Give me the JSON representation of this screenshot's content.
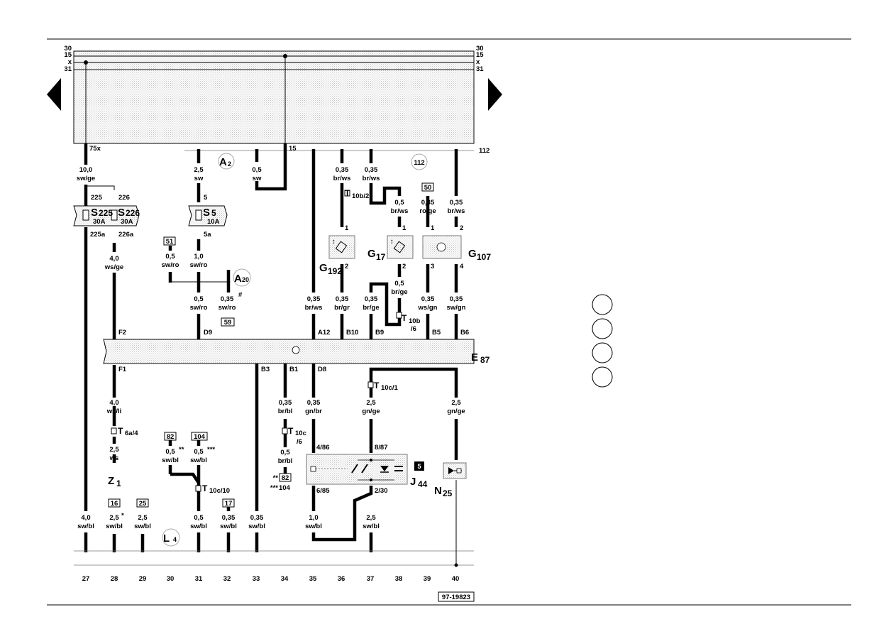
{
  "rail_labels": [
    "30",
    "15",
    "x",
    "31"
  ],
  "top_terminals": [
    "75x",
    "15",
    "112"
  ],
  "conn_refs": {
    "A2": "A",
    "A2_sub": "2",
    "A20": "A",
    "A20_sub": "20",
    "L4": "L",
    "L4_sub": "4",
    "ref112": "112"
  },
  "wires_top": [
    {
      "size": "10,0",
      "color": "sw/ge"
    },
    {
      "size": "2,5",
      "color": "sw"
    },
    {
      "size": "0,5",
      "color": "sw"
    },
    {
      "size": "0,35",
      "color": "br/ws"
    },
    {
      "size": "0,35",
      "color": "br/ws"
    },
    {
      "size": "0,5",
      "color": "br/ws"
    },
    {
      "size": "0,35",
      "color": "ro/ge"
    },
    {
      "size": "0,35",
      "color": "br/ws"
    },
    {
      "size": "4,0",
      "color": "ws/ge"
    },
    {
      "size": "0,5",
      "color": "sw/ro"
    },
    {
      "size": "1,0",
      "color": "sw/ro"
    },
    {
      "size": "0,5",
      "color": "sw/ro"
    },
    {
      "size": "0,35",
      "color": "sw/ro"
    },
    {
      "size": "0,35",
      "color": "br/ws"
    },
    {
      "size": "0,35",
      "color": "br/gr"
    },
    {
      "size": "0,5",
      "color": "br/ge"
    },
    {
      "size": "0,35",
      "color": "br/ge"
    },
    {
      "size": "0,35",
      "color": "ws/gn"
    },
    {
      "size": "0,35",
      "color": "sw/gn"
    }
  ],
  "wires_bottom": [
    {
      "size": "4,0",
      "color": "ws/li"
    },
    {
      "size": "2,5",
      "color": "ws"
    },
    {
      "size": "0,35",
      "color": "br/bl"
    },
    {
      "size": "0,5",
      "color": "br/bl"
    },
    {
      "size": "0,35",
      "color": "gn/br"
    },
    {
      "size": "2,5",
      "color": "gn/ge"
    },
    {
      "size": "2,5",
      "color": "gn/ge"
    },
    {
      "size": "0,5",
      "color": "sw/bl"
    },
    {
      "size": "0,5",
      "color": "sw/bl"
    },
    {
      "size": "4,0",
      "color": "sw/bl"
    },
    {
      "size": "2,5",
      "color": "sw/bl"
    },
    {
      "size": "2,5",
      "color": "sw/bl"
    },
    {
      "size": "0,5",
      "color": "sw/bl"
    },
    {
      "size": "0,35",
      "color": "sw/bl"
    },
    {
      "size": "0,35",
      "color": "sw/bl"
    },
    {
      "size": "1,0",
      "color": "sw/bl"
    },
    {
      "size": "2,5",
      "color": "sw/bl"
    }
  ],
  "fuses": {
    "s225": "S",
    "s225_sub": "225",
    "s225_amp": "30A",
    "s225_in": "225",
    "s225_out": "225a",
    "s226": "S",
    "s226_sub": "226",
    "s226_amp": "30A",
    "s226_in": "226",
    "s226_out": "226a",
    "s5": "S",
    "s5_sub": "5",
    "s5_amp": "10A",
    "s5_in": "5",
    "s5_out": "5a"
  },
  "components": {
    "g192": "G",
    "g192_sub": "192",
    "g17": "G",
    "g17_sub": "17",
    "g107": "G",
    "g107_sub": "107",
    "e87": "E",
    "e87_sub": "87",
    "j44": "J",
    "j44_sub": "44",
    "j44_pos": "5",
    "n25": "N",
    "n25_sub": "25",
    "z1": "Z",
    "z1_sub": "1"
  },
  "pins": {
    "g192_1": "1",
    "g192_2": "2",
    "g17_1": "1",
    "g17_2": "2",
    "g107_1": "1",
    "g107_2": "2",
    "g107_3": "3",
    "g107_4": "4",
    "j44_486": "4/86",
    "j44_887": "8/87",
    "j44_685": "6/85",
    "j44_230": "2/30"
  },
  "e87_pins": [
    "F2",
    "D9",
    "A12",
    "B10",
    "B9",
    "B5",
    "B6",
    "F1",
    "B3",
    "B1",
    "D8"
  ],
  "connectors": {
    "t10b2": "T",
    "t10b2_sub": "10b/2",
    "t10b6": "T",
    "t10b6_sub": "10b",
    "t10b6_sub2": "/6",
    "t10c1": "T",
    "t10c1_sub": "10c/1",
    "t6a4": "T",
    "t6a4_sub": "6a/4",
    "t10c6": "T",
    "t10c6_sub": "10c",
    "t10c6_sub2": "/6",
    "t10c10": "T",
    "t10c10_sub": "10c/10"
  },
  "refs": {
    "r50": "50",
    "r51": "51",
    "r59": "59",
    "r82": "82",
    "r104": "104",
    "r82b": "82",
    "r104b": "104",
    "r16": "16",
    "r25": "25",
    "r17": "17"
  },
  "marks": {
    "hash": "#",
    "dbl": "**",
    "tri": "***",
    "star": "*",
    "dbl2": "**",
    "tri2": "***"
  },
  "columns": [
    "27",
    "28",
    "29",
    "30",
    "31",
    "32",
    "33",
    "34",
    "35",
    "36",
    "37",
    "38",
    "39",
    "40"
  ],
  "doc_number": "97-19823"
}
